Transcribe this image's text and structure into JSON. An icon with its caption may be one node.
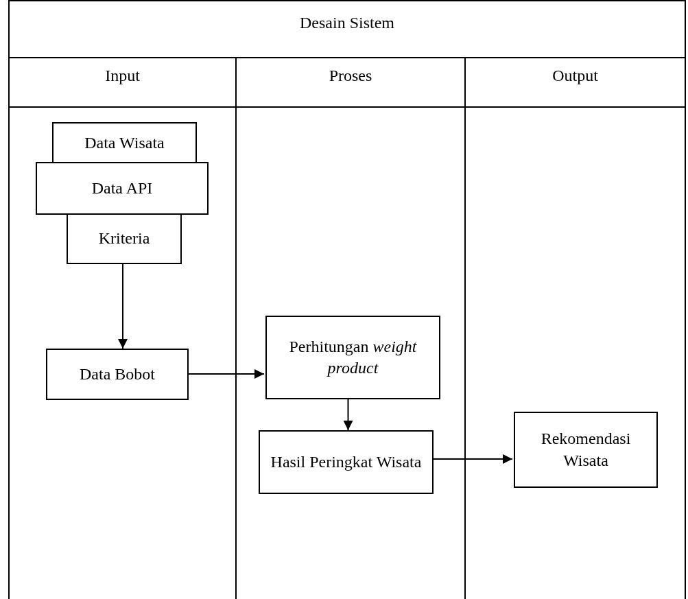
{
  "diagram": {
    "title": "Desain Sistem",
    "nodes": [
      {
        "text": [
          "Input"
        ]
      },
      {
        "text": [
          "Proses"
        ]
      },
      {
        "text": [
          "Output"
        ]
      },
      {
        "text": [
          "Data Wisata"
        ],
        "in": 0
      },
      {
        "text": [
          "Data API"
        ],
        "in": 0
      },
      {
        "text": [
          "Kriteria"
        ],
        "in": 0
      },
      {
        "text": [
          "Data Bobot"
        ],
        "in": 0
      },
      {
        "text": [
          "Perhitungan *weight product*"
        ],
        "in": 1
      },
      {
        "text": [
          "Hasil Peringkat Wisata"
        ],
        "in": 1
      },
      {
        "text": [
          "Rekomendasi Wisata"
        ],
        "in": 2
      }
    ],
    "edges": [
      {
        "from": 5,
        "to": 6,
        "arrow": "to"
      },
      {
        "from": 6,
        "to": 7,
        "arrow": "to"
      },
      {
        "from": 7,
        "to": 8,
        "arrow": "to"
      },
      {
        "from": 8,
        "to": 9,
        "arrow": "to"
      }
    ]
  }
}
